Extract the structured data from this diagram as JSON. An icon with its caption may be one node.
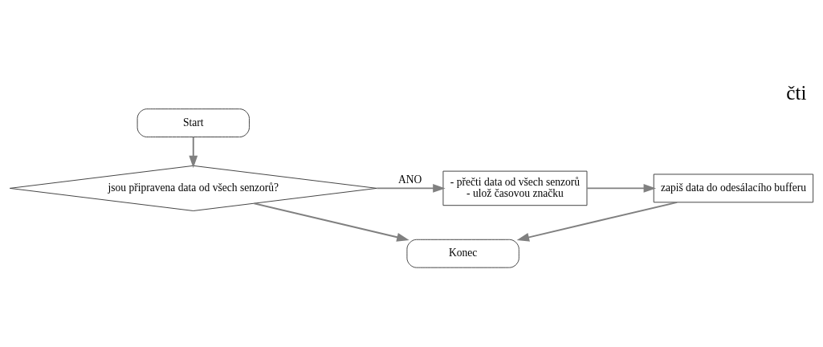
{
  "diagram": {
    "title": "čti",
    "nodes": [
      {
        "text": [
          "Start"
        ]
      },
      {
        "text": [
          "jsou připravena data od všech senzorů?"
        ]
      },
      {
        "text": [
          "- přečti data od všech senzorů",
          "- ulož časovou značku"
        ]
      },
      {
        "text": [
          "zapiš data do odesálacího bufferu"
        ]
      },
      {
        "text": [
          "Konec"
        ]
      }
    ],
    "edges": [
      {
        "from": 0,
        "to": 1,
        "arrow": "to"
      },
      {
        "from": 1,
        "to": 2,
        "arrow": "to",
        "label": "ANO"
      },
      {
        "from": 2,
        "to": 3,
        "arrow": "to"
      },
      {
        "from": 3,
        "to": 4,
        "arrow": "to"
      },
      {
        "from": 1,
        "to": 4,
        "arrow": "to"
      }
    ]
  }
}
